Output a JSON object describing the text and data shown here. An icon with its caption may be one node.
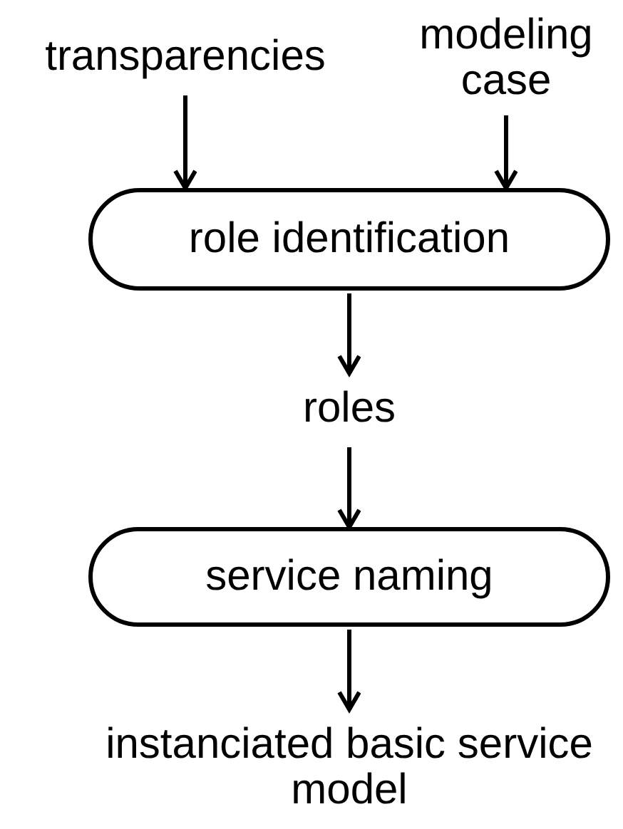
{
  "diagram": {
    "nodes": [
      {
        "text": [
          "transparencies"
        ]
      },
      {
        "text": [
          "modeling case"
        ]
      },
      {
        "text": [
          "role identification"
        ]
      },
      {
        "text": [
          "roles"
        ]
      },
      {
        "text": [
          "service naming"
        ]
      },
      {
        "text": [
          "instanciated basic service model"
        ]
      }
    ],
    "edges": [
      {
        "from": 0,
        "to": 2,
        "arrow": "to"
      },
      {
        "from": 1,
        "to": 2,
        "arrow": "to"
      },
      {
        "from": 2,
        "to": 3,
        "arrow": "to"
      },
      {
        "from": 3,
        "to": 4,
        "arrow": "to"
      },
      {
        "from": 4,
        "to": 5,
        "arrow": "to"
      }
    ]
  }
}
